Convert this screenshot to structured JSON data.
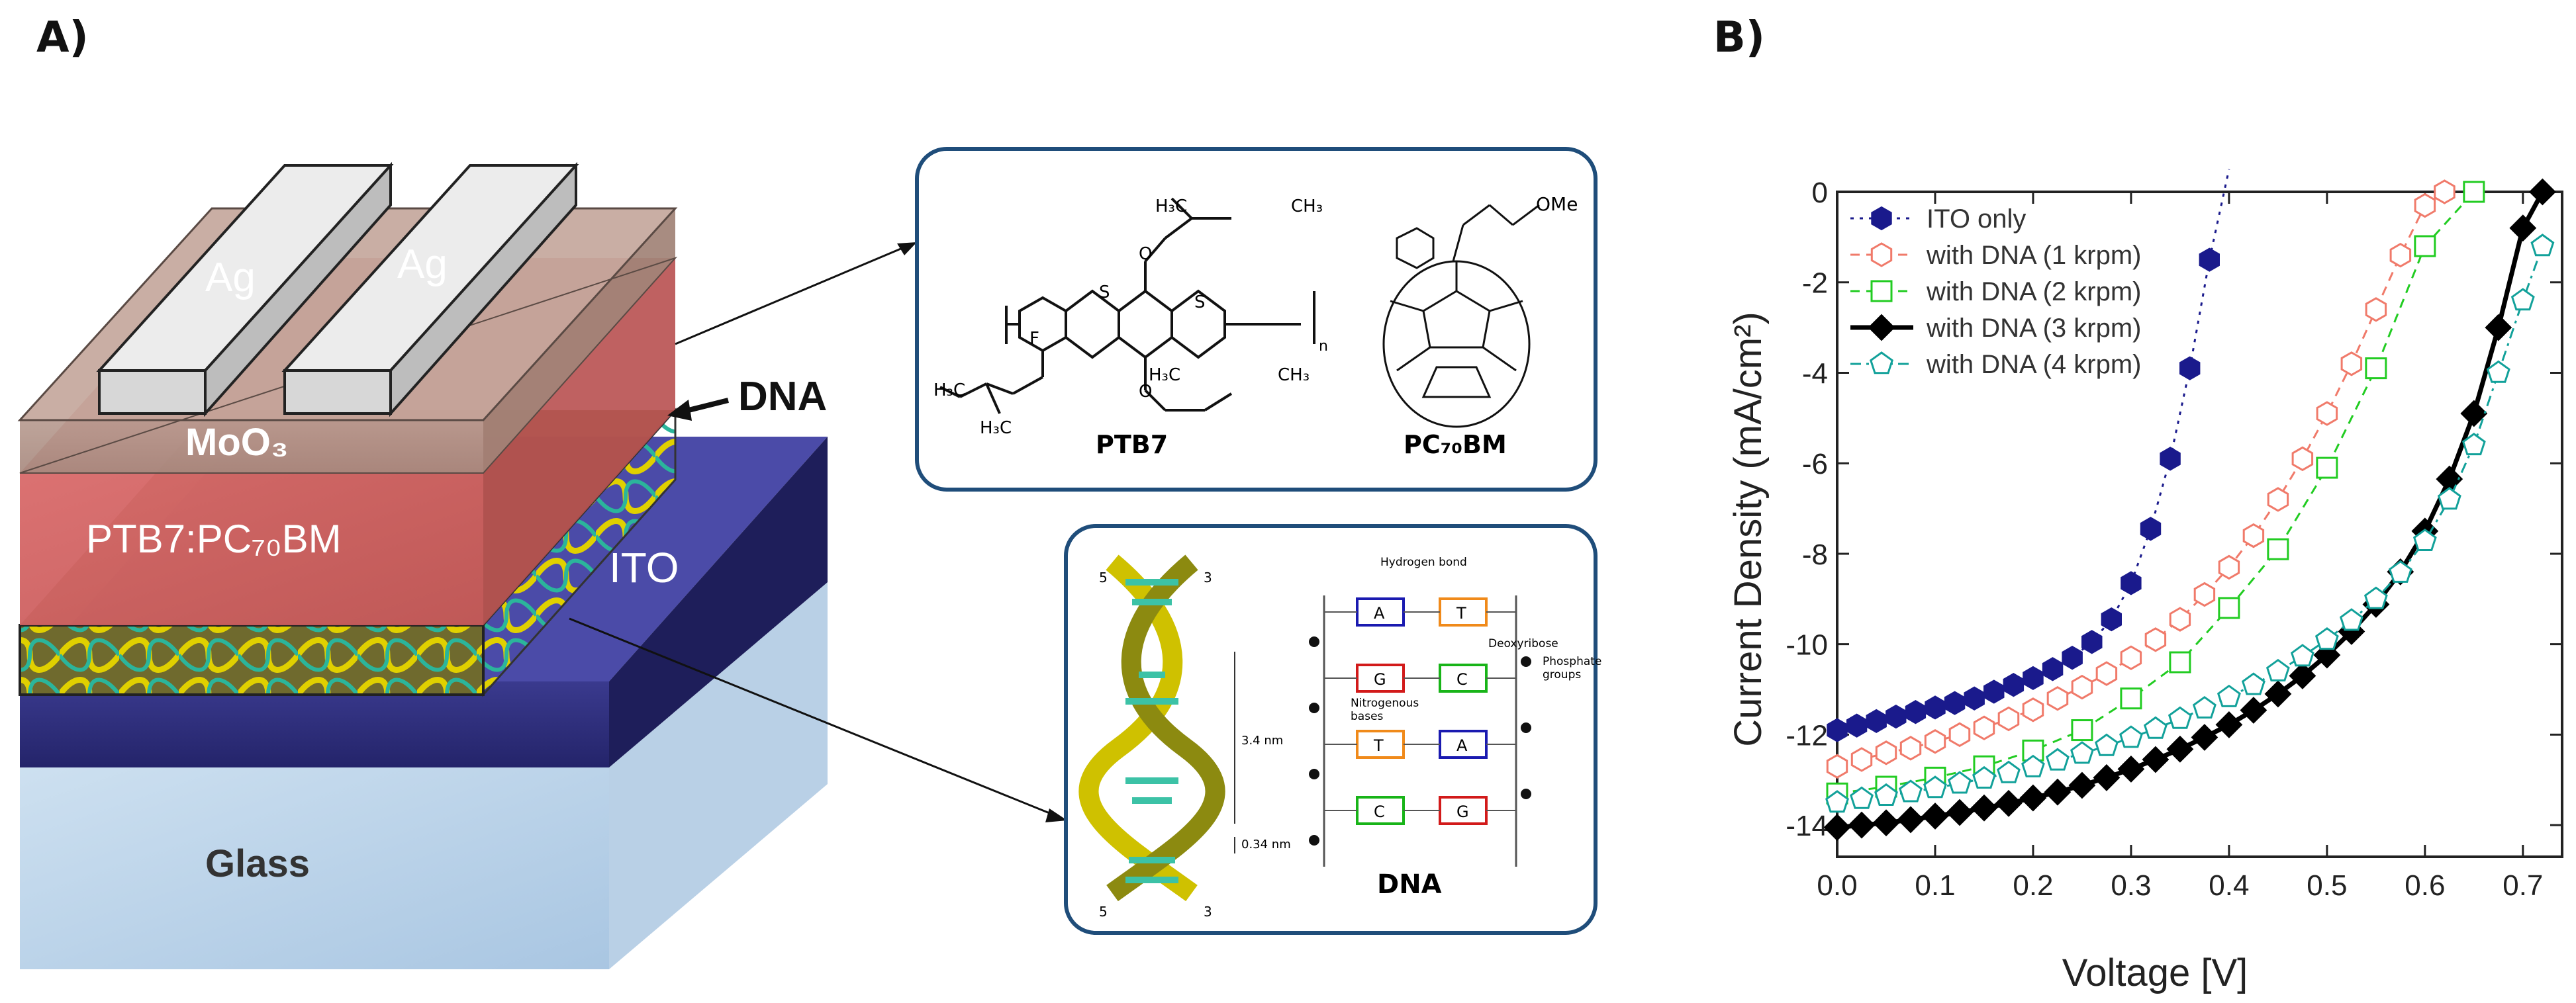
{
  "panels": {
    "a_label": "A)",
    "b_label": "B)"
  },
  "device": {
    "electrode_1": "Ag",
    "electrode_2": "Ag",
    "moo3": "MoO₃",
    "active_layer": "PTB7:PC₇₀BM",
    "ito": "ITO",
    "glass": "Glass",
    "dna_pointer": "DNA"
  },
  "molecules": {
    "ptb7_name": "PTB7",
    "pcbm_name": "PC₇₀BM",
    "ch3_top": "H₃C",
    "ch3_top_right": "CH₃",
    "ch3_left": "H₃C",
    "ch3_bottom_left": "H₃C",
    "ch3_bottom_right": "CH₃",
    "ch3_bottom": "H₃C",
    "ome": "OMe",
    "fluorine": "F",
    "sulfur": "S",
    "oxygen": "O",
    "subscript_n": "n"
  },
  "dna_inset": {
    "title": "DNA",
    "hydrogen_bond": "Hydrogen bond",
    "deoxyribose": "Deoxyribose",
    "phosphate": "Phosphate",
    "groups": "groups",
    "nitrogenous": "Nitrogenous",
    "bases": "bases",
    "pitch": "3.4 nm",
    "rise": "0.34 nm",
    "end_5_top": "5",
    "end_3_top": "3",
    "end_5_bottom": "5",
    "end_3_bottom": "3",
    "base_pairs": [
      [
        "A",
        "T"
      ],
      [
        "G",
        "C"
      ],
      [
        "T",
        "A"
      ],
      [
        "C",
        "G"
      ]
    ]
  },
  "colors": {
    "ito_only": "#1a1a8c",
    "dna_1k": "#f07a6a",
    "dna_2k": "#22cc22",
    "dna_3k": "#000000",
    "dna_4k": "#12a19a"
  },
  "chart_data": {
    "type": "line",
    "title": "",
    "xlabel": "Voltage [V]",
    "ylabel": "Current Density  (mA/cm²)",
    "xlim": [
      0.0,
      0.74
    ],
    "ylim": [
      -14.7,
      0
    ],
    "xticks": [
      "0.0",
      "0.1",
      "0.2",
      "0.3",
      "0.4",
      "0.5",
      "0.6",
      "0.7"
    ],
    "yticks": [
      "0",
      "-2",
      "-4",
      "-6",
      "-8",
      "-10",
      "-12",
      "-14"
    ],
    "legend_position": "top-left",
    "series": [
      {
        "name": "ITO only",
        "color_key": "ito_only",
        "marker": "hexagon-filled",
        "line": "dotted",
        "x": [
          0.0,
          0.02,
          0.04,
          0.06,
          0.08,
          0.1,
          0.12,
          0.14,
          0.16,
          0.18,
          0.2,
          0.22,
          0.24,
          0.26,
          0.28,
          0.3,
          0.32,
          0.34,
          0.36,
          0.38,
          0.4
        ],
        "y": [
          -11.9,
          -11.8,
          -11.7,
          -11.6,
          -11.5,
          -11.4,
          -11.3,
          -11.2,
          -11.05,
          -10.9,
          -10.75,
          -10.55,
          -10.3,
          -9.95,
          -9.45,
          -8.65,
          -7.45,
          -5.9,
          -3.9,
          -1.5,
          0.5
        ]
      },
      {
        "name": "with DNA (1 krpm)",
        "color_key": "dna_1k",
        "marker": "hexagon-open",
        "line": "dashed",
        "x": [
          0.0,
          0.025,
          0.05,
          0.075,
          0.1,
          0.125,
          0.15,
          0.175,
          0.2,
          0.225,
          0.25,
          0.275,
          0.3,
          0.325,
          0.35,
          0.375,
          0.4,
          0.425,
          0.45,
          0.475,
          0.5,
          0.525,
          0.55,
          0.575,
          0.6,
          0.62
        ],
        "y": [
          -12.7,
          -12.55,
          -12.4,
          -12.3,
          -12.15,
          -12.0,
          -11.85,
          -11.65,
          -11.45,
          -11.2,
          -10.95,
          -10.65,
          -10.3,
          -9.9,
          -9.45,
          -8.9,
          -8.3,
          -7.6,
          -6.8,
          -5.9,
          -4.9,
          -3.8,
          -2.6,
          -1.4,
          -0.3,
          0.0
        ]
      },
      {
        "name": "with DNA (2 krpm)",
        "color_key": "dna_2k",
        "marker": "square-open",
        "line": "dashed",
        "x": [
          0.0,
          0.05,
          0.1,
          0.15,
          0.2,
          0.25,
          0.3,
          0.35,
          0.4,
          0.45,
          0.5,
          0.55,
          0.6,
          0.65
        ],
        "y": [
          -13.3,
          -13.15,
          -12.95,
          -12.7,
          -12.35,
          -11.9,
          -11.2,
          -10.4,
          -9.2,
          -7.9,
          -6.1,
          -3.9,
          -1.2,
          0.0
        ]
      },
      {
        "name": "with DNA (3 krpm)",
        "color_key": "dna_3k",
        "marker": "diamond-filled",
        "line": "solid",
        "x": [
          0.0,
          0.025,
          0.05,
          0.075,
          0.1,
          0.125,
          0.15,
          0.175,
          0.2,
          0.225,
          0.25,
          0.275,
          0.3,
          0.325,
          0.35,
          0.375,
          0.4,
          0.425,
          0.45,
          0.475,
          0.5,
          0.525,
          0.55,
          0.575,
          0.6,
          0.625,
          0.65,
          0.675,
          0.7,
          0.72
        ],
        "y": [
          -14.05,
          -14.0,
          -13.95,
          -13.88,
          -13.8,
          -13.72,
          -13.62,
          -13.52,
          -13.4,
          -13.27,
          -13.12,
          -12.95,
          -12.76,
          -12.55,
          -12.32,
          -12.06,
          -11.78,
          -11.46,
          -11.1,
          -10.7,
          -10.24,
          -9.72,
          -9.12,
          -8.4,
          -7.5,
          -6.35,
          -4.9,
          -3.0,
          -0.8,
          0.0
        ]
      },
      {
        "name": "with DNA (4 krpm)",
        "color_key": "dna_4k",
        "marker": "pentagon-open",
        "line": "dashdot",
        "x": [
          0.0,
          0.025,
          0.05,
          0.075,
          0.1,
          0.125,
          0.15,
          0.175,
          0.2,
          0.225,
          0.25,
          0.275,
          0.3,
          0.325,
          0.35,
          0.375,
          0.4,
          0.425,
          0.45,
          0.475,
          0.5,
          0.525,
          0.55,
          0.575,
          0.6,
          0.625,
          0.65,
          0.675,
          0.7,
          0.72
        ],
        "y": [
          -13.5,
          -13.42,
          -13.35,
          -13.27,
          -13.18,
          -13.08,
          -12.97,
          -12.85,
          -12.72,
          -12.57,
          -12.42,
          -12.25,
          -12.07,
          -11.87,
          -11.65,
          -11.42,
          -11.17,
          -10.9,
          -10.6,
          -10.27,
          -9.9,
          -9.48,
          -9.0,
          -8.42,
          -7.72,
          -6.8,
          -5.6,
          -4.0,
          -2.4,
          -1.2
        ]
      }
    ]
  }
}
